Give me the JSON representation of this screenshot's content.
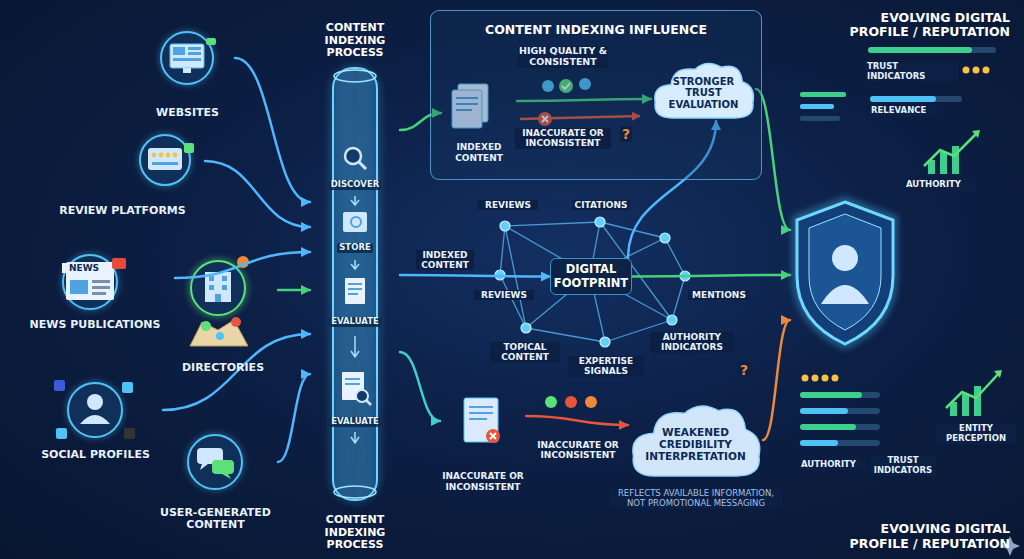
{
  "diagram": {
    "nodes": [
      {
        "text": [
          "WEBSITES"
        ]
      },
      {
        "text": [
          "REVIEW PLATFORMS"
        ]
      },
      {
        "text": [
          "NEWS PUBLICATIONS"
        ]
      },
      {
        "text": [
          "DIRECTORIES"
        ]
      },
      {
        "text": [
          "SOCIAL PROFILES"
        ]
      },
      {
        "text": [
          "USER-GENERATED CONTENT"
        ]
      },
      {
        "text": [
          "CONTENT INDEXING PROCESS",
          "CONTENT INDEXING PROCESS"
        ]
      },
      {
        "text": [
          "DISCOVER"
        ],
        "in": 6
      },
      {
        "text": [
          "STORE"
        ],
        "in": 6
      },
      {
        "text": [
          "EVALUATE"
        ],
        "in": 6
      },
      {
        "text": [
          "EVALUATE"
        ],
        "in": 6
      },
      {
        "text": [
          "CONTENT INDEXING INFLUENCE"
        ]
      },
      {
        "text": [
          "INDEXED CONTENT"
        ],
        "in": 11
      },
      {
        "text": [
          "STRONGER TRUST EVALUATION"
        ],
        "in": 11
      },
      {
        "text": [
          "DIGITAL FOOTPRINT"
        ]
      },
      {
        "text": [
          "INACCURATE OR INCONSISTENT"
        ]
      },
      {
        "text": [
          "WEAKENED CREDIBILITY INTERPRETATION"
        ]
      },
      {
        "text": [
          "EVOLVING DIGITAL PROFILE / REPUTATION",
          "EVOLVING DIGITAL PROFILE / REPUTATION"
        ]
      }
    ],
    "edges": [
      {
        "from": 0,
        "to": 6,
        "arrow": "to"
      },
      {
        "from": 1,
        "to": 6,
        "arrow": "to"
      },
      {
        "from": 2,
        "to": 6,
        "arrow": "to"
      },
      {
        "from": 3,
        "to": 6,
        "arrow": "to"
      },
      {
        "from": 4,
        "to": 6,
        "arrow": "to"
      },
      {
        "from": 5,
        "to": 6,
        "arrow": "to"
      },
      {
        "from": 6,
        "to": 12,
        "arrow": "to"
      },
      {
        "from": 12,
        "to": 13,
        "arrow": "to"
      },
      {
        "from": 6,
        "to": 14,
        "label": "INDEXED CONTENT",
        "arrow": "to"
      },
      {
        "from": 14,
        "to": 13,
        "arrow": "to"
      },
      {
        "from": 6,
        "to": 15,
        "arrow": "to"
      },
      {
        "from": 15,
        "to": 16,
        "arrow": "to"
      },
      {
        "from": 13,
        "to": 17,
        "arrow": "to"
      },
      {
        "from": 14,
        "to": 17,
        "arrow": "to"
      },
      {
        "from": 16,
        "to": 17,
        "arrow": "to"
      }
    ],
    "labels": [
      "NEWS",
      "HIGH QUALITY & CONSISTENT",
      "INACCURATE OR INCONSISTENT",
      "?",
      "REVIEWS",
      "CITATIONS",
      "REVIEWS",
      "MENTIONS",
      "TOPICAL CONTENT",
      "EXPERTISE SIGNALS",
      "AUTHORITY INDICATORS",
      "?",
      "INACCURATE OR INCONSISTENT",
      "REFLECTS AVAILABLE INFORMATION, NOT PROMOTIONAL MESSAGING",
      "TRUST INDICATORS",
      "RELEVANCE",
      "AUTHORITY",
      "ENTITY PERCEPTION",
      "AUTHORITY",
      "TRUST INDICATORS"
    ]
  }
}
